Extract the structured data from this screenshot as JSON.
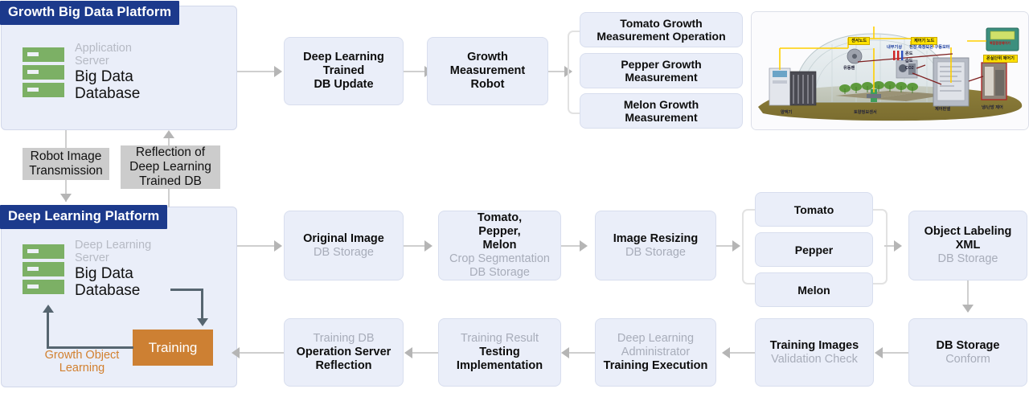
{
  "platforms": [
    {
      "id": "growth",
      "title": "Growth Big Data Platform",
      "server_sub": "Application\nServer",
      "server_main": "Big Data\nDatabase"
    },
    {
      "id": "deep",
      "title": "Deep Learning Platform",
      "server_sub": "Deep Learning\nServer",
      "server_main": "Big Data\nDatabase",
      "training_label": "Training",
      "loop_label": "Growth Object\nLearning"
    }
  ],
  "connector_labels": [
    {
      "id": "robot-image-transmission",
      "text": "Robot Image\nTransmission"
    },
    {
      "id": "reflection-deep-learning-trained-db",
      "text": "Reflection of\nDeep Learning\nTrained DB"
    }
  ],
  "top_flow": [
    {
      "id": "deep-learning-trained-db-update",
      "bold": "Deep Learning\nTrained\nDB Update",
      "light": ""
    },
    {
      "id": "growth-measurement-robot",
      "bold": "Growth\nMeasurement\nRobot",
      "light": ""
    }
  ],
  "measurement_branches": [
    {
      "id": "tomato-growth-measurement-operation",
      "bold": "Tomato Growth\nMeasurement Operation"
    },
    {
      "id": "pepper-growth-measurement",
      "bold": "Pepper Growth\nMeasurement"
    },
    {
      "id": "melon-growth-measurement",
      "bold": "Melon Growth\nMeasurement"
    }
  ],
  "middle_flow": [
    {
      "id": "original-image",
      "bold": "Original Image",
      "light": "DB Storage"
    },
    {
      "id": "crop-segmentation",
      "bold": "Tomato,\nPepper,\nMelon",
      "light": "Crop Segmentation\nDB Storage"
    },
    {
      "id": "image-resizing",
      "bold": "Image Resizing",
      "light": "DB Storage"
    }
  ],
  "crop_branches": [
    {
      "id": "tomato",
      "bold": "Tomato"
    },
    {
      "id": "pepper",
      "bold": "Pepper"
    },
    {
      "id": "melon",
      "bold": "Melon"
    }
  ],
  "object_labeling": {
    "id": "object-labeling-xml",
    "bold": "Object Labeling\nXML",
    "light": "DB Storage"
  },
  "bottom_flow": [
    {
      "id": "db-storage-conform",
      "bold": "DB Storage",
      "light": "Conform",
      "light_first": false
    },
    {
      "id": "training-images-validation-check",
      "bold": "Training Images",
      "light": "Validation Check",
      "light_first": false
    },
    {
      "id": "training-execution",
      "bold": "Training Execution",
      "light": "Deep Learning\nAdministrator",
      "light_first": true
    },
    {
      "id": "testing-implementation",
      "bold": "Testing\nImplementation",
      "light": "Training Result",
      "light_first": true
    },
    {
      "id": "operation-server-reflection",
      "bold": "Operation Server\nReflection",
      "light": "Training DB",
      "light_first": true
    }
  ],
  "greenhouse": {
    "id": "greenhouse-illustration",
    "labels": [
      {
        "text": "센서노드",
        "style": "yellow"
      },
      {
        "text": "제어기 노드",
        "style": "yellow"
      },
      {
        "text": "온실단위 제어기",
        "style": "yellow"
      },
      {
        "text": "복합환경제어기",
        "style": "yellow"
      },
      {
        "text": "내부기상",
        "style": "blue"
      },
      {
        "text": "천장.측창보온\n구동모터",
        "style": "blue"
      },
      {
        "text": "온도",
        "style": "plain"
      },
      {
        "text": "습도",
        "style": "plain"
      },
      {
        "text": "CO2",
        "style": "plain"
      },
      {
        "text": "유동팬",
        "style": "plain"
      },
      {
        "text": "양액기",
        "style": "plain"
      },
      {
        "text": "토양정보센서",
        "style": "plain"
      },
      {
        "text": "제어판넬",
        "style": "plain"
      },
      {
        "text": "냉/난방\n제어",
        "style": "plain"
      }
    ]
  },
  "colors": {
    "panel_header": "#1c3a8c",
    "panel_body": "#eaeef9",
    "box_fill": "#eaeef9",
    "server_green": "#7cb065",
    "training_orange": "#cd8033",
    "muted_text": "#a8adba",
    "connector_grey": "#cfcfcf",
    "grey_caption": "#cccccc"
  }
}
